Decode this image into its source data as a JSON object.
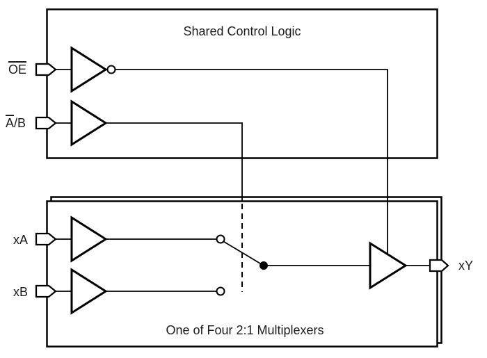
{
  "diagram": {
    "shared_box_title": "Shared Control Logic",
    "mux_box_title": "One of Four 2:1 Multiplexers",
    "signals": {
      "oe": "OE",
      "ab_barred": "A",
      "ab_rest": "/B",
      "xa": "xA",
      "xb": "xB",
      "xy": "xY"
    }
  },
  "colors": {
    "line": "#000000",
    "text": "#1b1b1b",
    "background": "#ffffff"
  }
}
